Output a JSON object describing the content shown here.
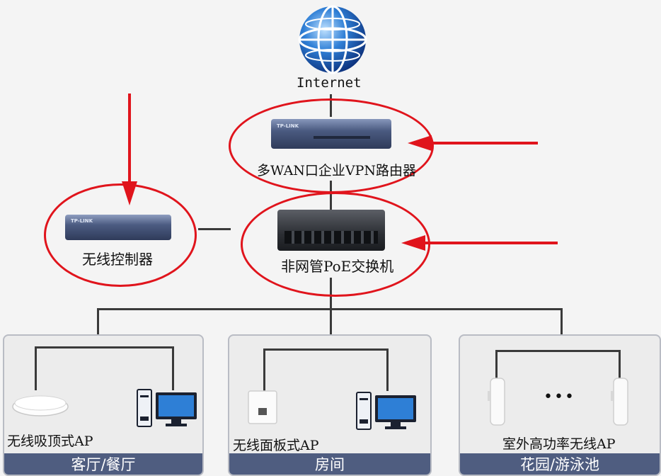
{
  "internet": {
    "label": "Internet"
  },
  "router": {
    "label": "多WAN口企业VPN路由器",
    "brand": "TP-LINK"
  },
  "controller": {
    "label": "无线控制器",
    "brand": "TP-LINK"
  },
  "switch": {
    "label": "非网管PoE交换机"
  },
  "zones": [
    {
      "title": "客厅/餐厅",
      "ap_label": "无线吸顶式AP"
    },
    {
      "title": "房间",
      "ap_label": "无线面板式AP"
    },
    {
      "title": "花园/游泳池",
      "ap_label": "室外高功率无线AP",
      "ellipsis": "•••"
    }
  ],
  "colors": {
    "highlight": "#e0141c",
    "panel_footer": "#4f5d80",
    "panel_border": "#b9bcc4"
  }
}
